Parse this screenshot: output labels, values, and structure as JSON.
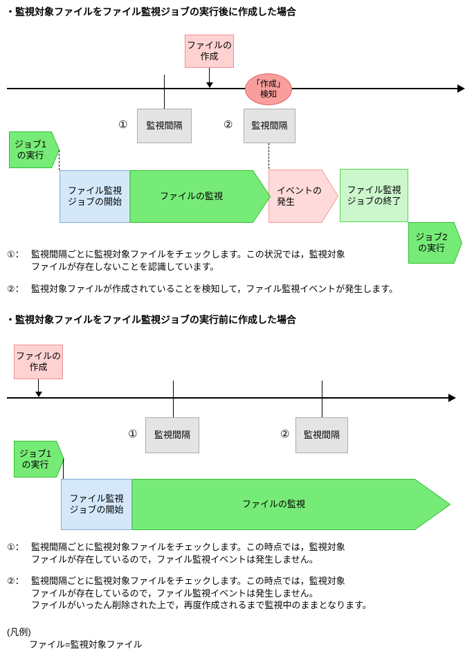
{
  "colors": {
    "file_create_fill": "#FFD2D2",
    "file_create_border": "#F08C8C",
    "detect_fill": "#FA9D9D",
    "detect_border": "#E06060",
    "interval_fill": "#E4E4E4",
    "interval_border": "#ABABAB",
    "job_arrow_fill": "#77EB77",
    "job_arrow_border": "#2FBE2F",
    "job_start_fill": "#D4E8FA",
    "job_start_border": "#7FA8D9",
    "event_fill": "#FFDADA",
    "event_border": "#F29B9B",
    "job_end_fill": "#CCF6CC",
    "job_end_border": "#4FD94F"
  },
  "diagram1": {
    "title": "・監視対象ファイルをファイル監視ジョブの実行後に作成した場合",
    "file_create": {
      "line1": "ファイルの",
      "line2": "作成"
    },
    "detect": {
      "line1": "「作成」",
      "line2": "検知"
    },
    "interval1": {
      "num": "①",
      "label": "監視間隔"
    },
    "interval2": {
      "num": "②",
      "label": "監視間隔"
    },
    "job1": {
      "line1": "ジョブ1",
      "line2": "の実行"
    },
    "job_start": {
      "line1": "ファイル監視",
      "line2": "ジョブの開始"
    },
    "monitoring": "ファイルの監視",
    "event": {
      "line1": "イベントの",
      "line2": "発生"
    },
    "job_end": {
      "line1": "ファイル監視",
      "line2": "ジョブの終了"
    },
    "job2": {
      "line1": "ジョブ2",
      "line2": "の実行"
    },
    "notes": [
      {
        "num": "①：",
        "lines": [
          "監視間隔ごとに監視対象ファイルをチェックします。この状況では，監視対象",
          "ファイルが存在しないことを認識しています。"
        ]
      },
      {
        "num": "②：",
        "lines": [
          "監視対象ファイルが作成されていることを検知して，ファイル監視イベントが発生します。"
        ]
      }
    ]
  },
  "diagram2": {
    "title": "・監視対象ファイルをファイル監視ジョブの実行前に作成した場合",
    "file_create": {
      "line1": "ファイルの",
      "line2": "作成"
    },
    "interval1": {
      "num": "①",
      "label": "監視間隔"
    },
    "interval2": {
      "num": "②",
      "label": "監視間隔"
    },
    "job1": {
      "line1": "ジョブ1",
      "line2": "の実行"
    },
    "job_start": {
      "line1": "ファイル監視",
      "line2": "ジョブの開始"
    },
    "monitoring": "ファイルの監視",
    "notes": [
      {
        "num": "①：",
        "lines": [
          "監視間隔ごとに監視対象ファイルをチェックします。この時点では，監視対象",
          "ファイルが存在しているので，ファイル監視イベントは発生しません。"
        ]
      },
      {
        "num": "②：",
        "lines": [
          "監視間隔ごとに監視対象ファイルをチェックします。この時点では，監視対象",
          "ファイルが存在しているので，ファイル監視イベントは発生しません。",
          "ファイルがいったん削除された上で，再度作成されるまで監視中のままとなります。"
        ]
      }
    ]
  },
  "legend": {
    "title": "(凡例)",
    "entry": "ファイル=監視対象ファイル"
  }
}
